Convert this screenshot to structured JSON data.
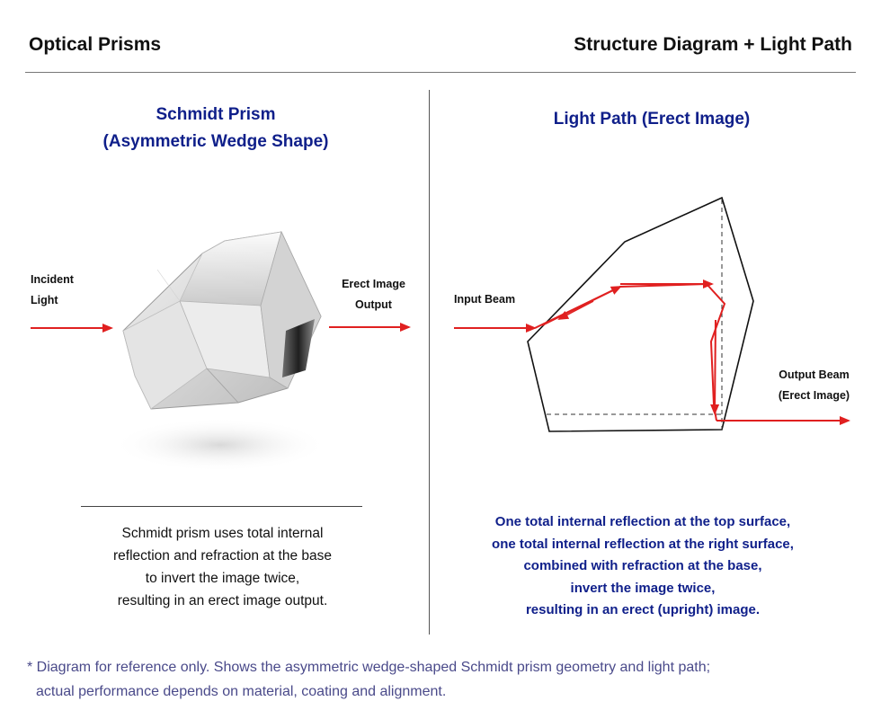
{
  "header": {
    "title": "Optical Prisms",
    "subtitle": "Structure Diagram + Light Path"
  },
  "left_panel": {
    "title_line1": "Schmidt Prism",
    "title_line2": "(Asymmetric Wedge Shape)",
    "input_label_line1": "Incident",
    "input_label_line2": "Light",
    "output_label_line1": "Erect Image",
    "output_label_line2": "Output",
    "description": [
      "Schmidt prism uses total internal",
      "reflection and refraction at the base",
      "to invert the image twice,",
      "resulting in an erect image output."
    ]
  },
  "right_panel": {
    "title": "Light Path (Erect Image)",
    "input_label": "Input Beam",
    "output_label_line1": "Output Beam",
    "output_label_line2": "(Erect Image)",
    "description": [
      "One total internal reflection at the top surface,",
      "one total internal reflection at the right surface,",
      "combined with refraction at the base,",
      "invert the image twice,",
      "resulting in an erect (upright) image."
    ]
  },
  "footnote": {
    "line1": "* Diagram for reference only. Shows the asymmetric wedge-shaped Schmidt prism geometry and light path;",
    "line2": "actual performance depends on material, coating and alignment."
  },
  "colors": {
    "title_blue": "#0f1f8a",
    "beam_red": "#e02020",
    "footnote": "#4a4a8a"
  }
}
